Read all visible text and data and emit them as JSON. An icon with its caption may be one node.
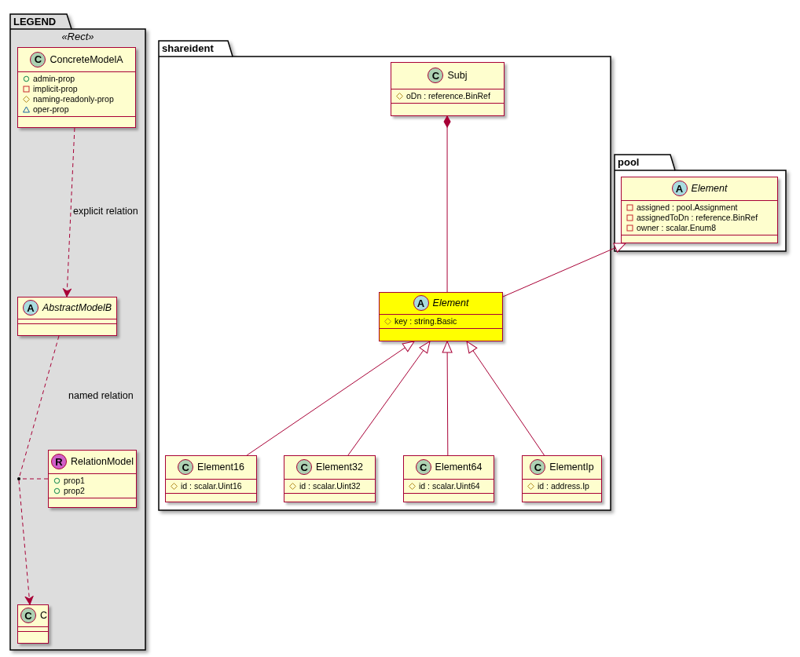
{
  "diagram": {
    "nodes": [
      {
        "text": [
          "LEGEND",
          "«Rect»"
        ]
      },
      {
        "text": [
          "C",
          "ConcreteModelA",
          "admin-prop",
          "implicit-prop",
          "naming-readonly-prop",
          "oper-prop"
        ],
        "in": 0
      },
      {
        "text": [
          "A",
          "AbstractModelB"
        ],
        "in": 0
      },
      {
        "text": [
          "R",
          "RelationModel",
          "prop1",
          "prop2"
        ],
        "in": 0
      },
      {
        "text": [],
        "shape": "circle",
        "in": 0
      },
      {
        "text": [
          "C",
          "C"
        ],
        "in": 0
      },
      {
        "text": [
          "shareident"
        ]
      },
      {
        "text": [
          "C",
          "Subj",
          "oDn : reference.BinRef"
        ],
        "in": 6
      },
      {
        "text": [
          "A",
          "Element",
          "key : string.Basic"
        ],
        "in": 6
      },
      {
        "text": [
          "C",
          "Element16",
          "id : scalar.Uint16"
        ],
        "in": 6
      },
      {
        "text": [
          "C",
          "Element32",
          "id : scalar.Uint32"
        ],
        "in": 6
      },
      {
        "text": [
          "C",
          "Element64",
          "id : scalar.Uint64"
        ],
        "in": 6
      },
      {
        "text": [
          "C",
          "ElementIp",
          "id : address.Ip"
        ],
        "in": 6
      },
      {
        "text": [
          "pool"
        ]
      },
      {
        "text": [
          "A",
          "Element",
          "assigned : pool.Assignment",
          "assignedToDn : reference.BinRef",
          "owner : scalar.Enum8"
        ],
        "in": 13
      }
    ],
    "edges": [
      {
        "from": 1,
        "to": 2,
        "arrow": "to",
        "style": "dashed",
        "label": "explicit relation"
      },
      {
        "from": 2,
        "to": 4,
        "arrow": "none",
        "style": "dashed",
        "label": "named relation"
      },
      {
        "from": 4,
        "to": 5,
        "arrow": "to",
        "style": "dashed"
      },
      {
        "from": 3,
        "to": 4,
        "arrow": "none",
        "style": "dashed"
      },
      {
        "from": 7,
        "to": 8,
        "arrow": "other"
      },
      {
        "from": 8,
        "to": 14,
        "arrow": "to"
      },
      {
        "from": 9,
        "to": 8,
        "arrow": "to"
      },
      {
        "from": 10,
        "to": 8,
        "arrow": "to"
      },
      {
        "from": 11,
        "to": 8,
        "arrow": "to"
      },
      {
        "from": 12,
        "to": 8,
        "arrow": "to"
      }
    ]
  }
}
